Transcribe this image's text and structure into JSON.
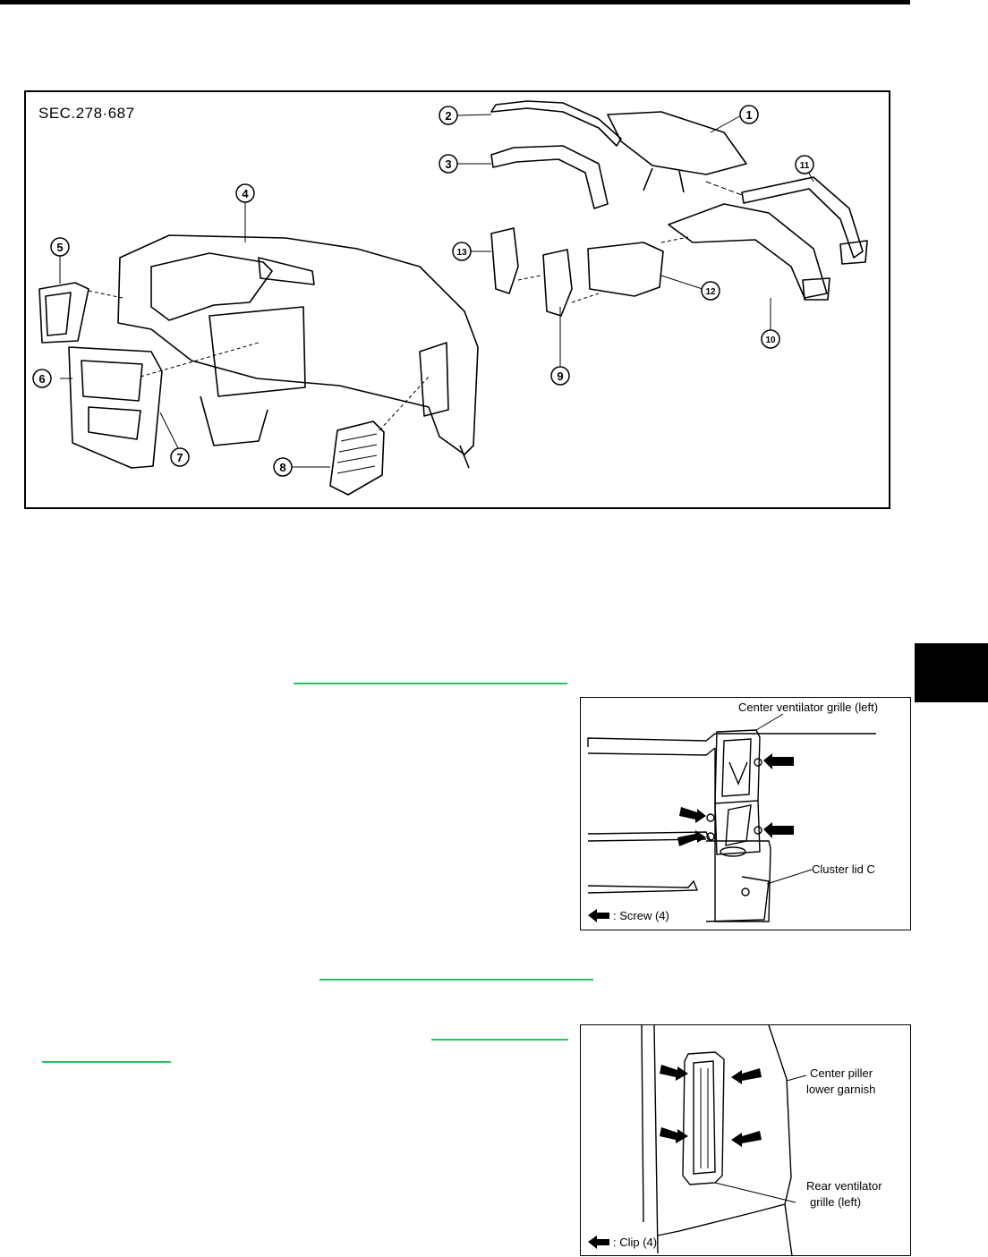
{
  "main_figure": {
    "section_code": "SEC.278·687",
    "callouts": [
      "1",
      "2",
      "3",
      "4",
      "5",
      "6",
      "7",
      "8",
      "9",
      "10",
      "11",
      "12",
      "13"
    ]
  },
  "vent_figure": {
    "label_grille": "Center ventilator grille (left)",
    "label_lid": "Cluster lid C",
    "legend": ": Screw (4)"
  },
  "rear_figure": {
    "label_garnish_line1": "Center piller",
    "label_garnish_line2": "lower garnish",
    "label_grille_line1": "Rear ventilator",
    "label_grille_line2": "grille (left)",
    "legend": ": Clip (4)"
  },
  "colors": {
    "link": "#22c55e",
    "ink": "#000000"
  },
  "icons": [
    "arrow-left-icon"
  ]
}
